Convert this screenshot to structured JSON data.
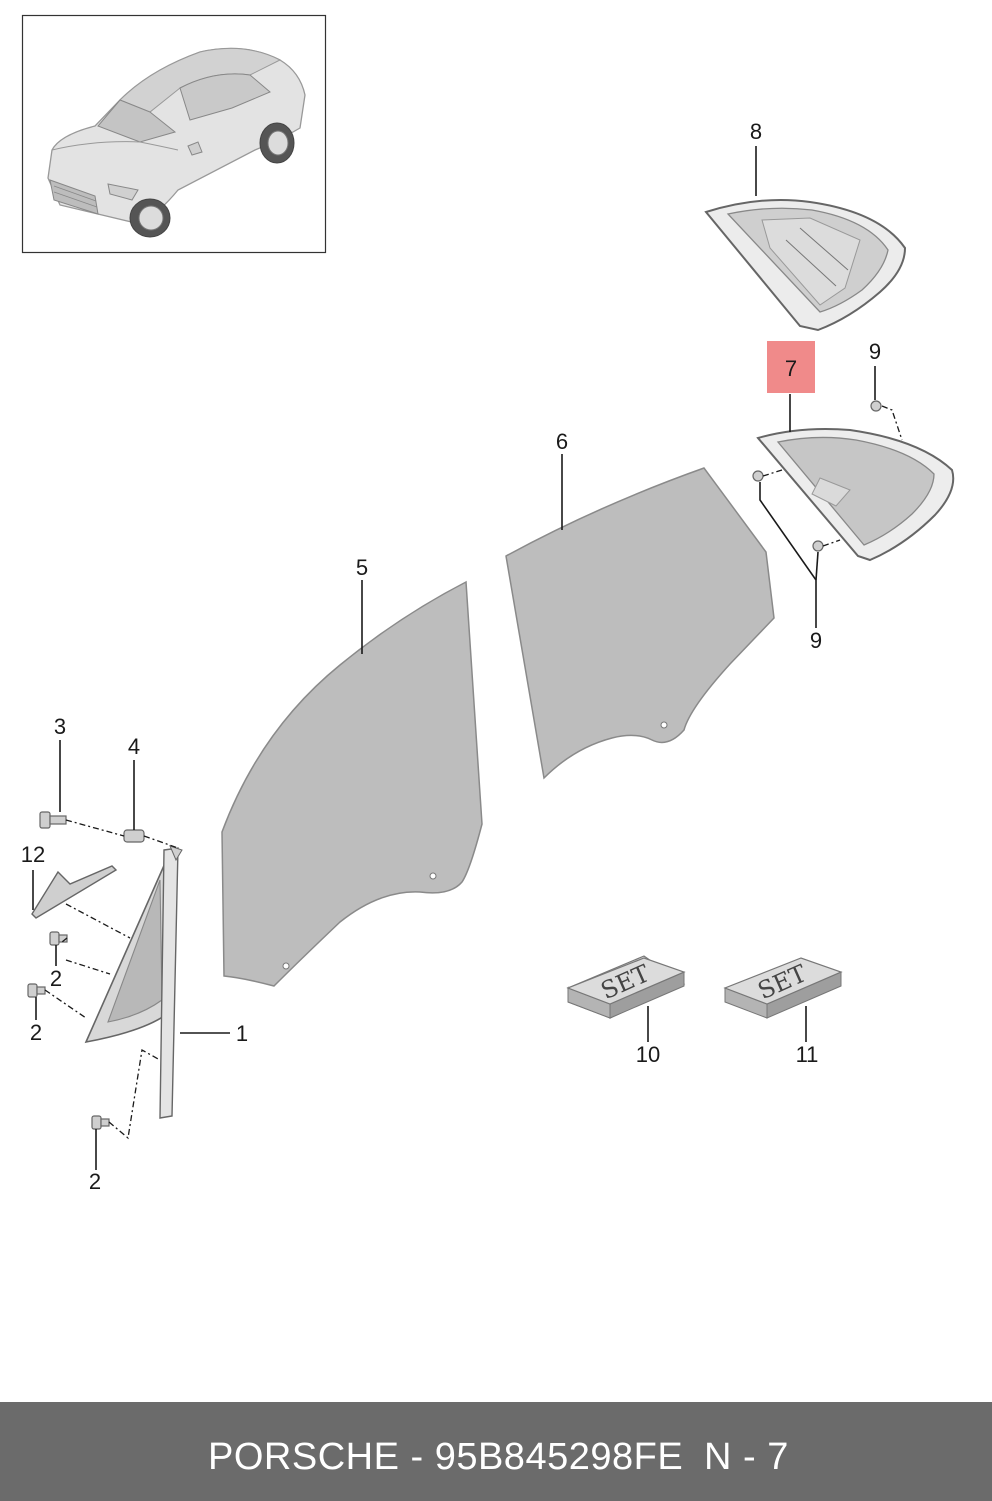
{
  "callouts": {
    "c1": "1",
    "c2a": "2",
    "c2b": "2",
    "c2c": "2",
    "c3": "3",
    "c4": "4",
    "c5": "5",
    "c6": "6",
    "c7": "7",
    "c8": "8",
    "c9a": "9",
    "c9b": "9",
    "c10": "10",
    "c11": "11",
    "c12": "12"
  },
  "set_label_10": "SET",
  "set_label_11": "SET",
  "highlight_color": "#f08a8a",
  "footer": {
    "part": "PORSCHE - 95B845298FE",
    "ref": "N - 7"
  }
}
